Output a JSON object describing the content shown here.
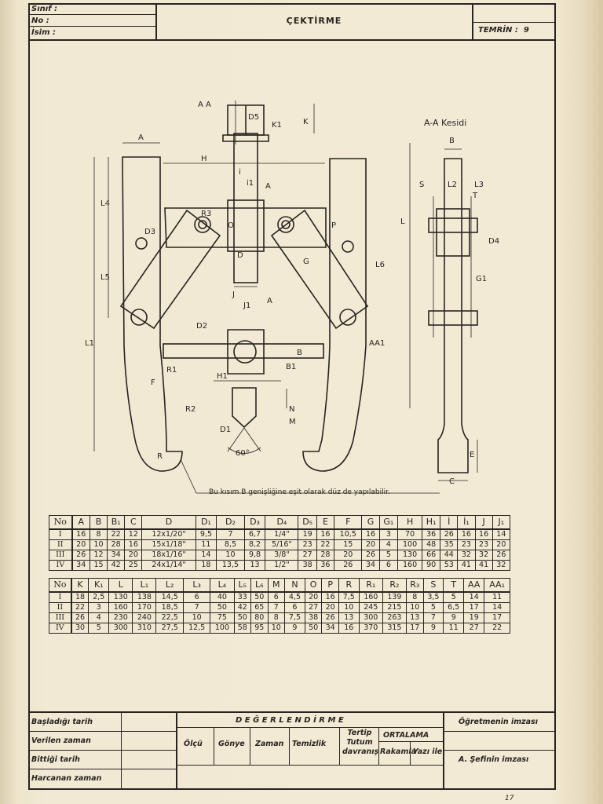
{
  "header": {
    "sinif_label": "Sınıf :",
    "no_label": "No :",
    "isim_label": "İsim :",
    "title": "ÇEKTİRME",
    "temrin_label": "TEMRİN :",
    "temrin_no": "9"
  },
  "drawing": {
    "section_title": "A-A Kesidi",
    "note": "Bu kısım B genişliğine eşit olarak düz de yapılabilir.",
    "angle_label": "60°",
    "dims": {
      "AA": "A A",
      "D5": "D5",
      "K1": "K1",
      "K": "K",
      "A": "A",
      "H": "H",
      "i": "i",
      "i1": "i1",
      "A_top": "A",
      "L4": "L4",
      "D3": "D3",
      "R3": "R3",
      "O": "O",
      "P": "P",
      "L6": "L6",
      "L": "L",
      "D": "D",
      "G": "G",
      "L5": "L5",
      "J": "J",
      "J1": "J1",
      "A_bot": "A",
      "D2": "D2",
      "AA1": "AA1",
      "B": "B",
      "B1": "B1",
      "L1": "L1",
      "R1": "R1",
      "H1": "H1",
      "F": "F",
      "R2": "R2",
      "M": "M",
      "N": "N",
      "D1": "D1",
      "R": "R",
      "S": "S",
      "L2": "L2",
      "L3": "L3",
      "T": "T",
      "D4": "D4",
      "G1": "G1",
      "E": "E",
      "C": "C",
      "B_sec": "B"
    }
  },
  "table1": {
    "headers": [
      "No",
      "A",
      "B",
      "B₁",
      "C",
      "D",
      "D₁",
      "D₂",
      "D₃",
      "D₄",
      "D₅",
      "E",
      "F",
      "G",
      "G₁",
      "H",
      "H₁",
      "İ",
      "İ₁",
      "J",
      "J₁"
    ],
    "rows": [
      [
        "I",
        "16",
        "8",
        "22",
        "12",
        "12x1/20\"",
        "9,5",
        "7",
        "6,7",
        "1/4\"",
        "19",
        "16",
        "10,5",
        "16",
        "3",
        "70",
        "36",
        "26",
        "16",
        "16",
        "14"
      ],
      [
        "II",
        "20",
        "10",
        "28",
        "16",
        "15x1/18\"",
        "11",
        "8,5",
        "8,2",
        "5/16\"",
        "23",
        "22",
        "15",
        "20",
        "4",
        "100",
        "48",
        "35",
        "23",
        "23",
        "20"
      ],
      [
        "III",
        "26",
        "12",
        "34",
        "20",
        "18x1/16\"",
        "14",
        "10",
        "9,8",
        "3/8\"",
        "27",
        "28",
        "20",
        "26",
        "5",
        "130",
        "66",
        "44",
        "32",
        "32",
        "26"
      ],
      [
        "IV",
        "34",
        "15",
        "42",
        "25",
        "24x1/14\"",
        "18",
        "13,5",
        "13",
        "1/2\"",
        "38",
        "36",
        "26",
        "34",
        "6",
        "160",
        "90",
        "53",
        "41",
        "41",
        "32"
      ]
    ]
  },
  "table2": {
    "headers": [
      "No",
      "K",
      "K₁",
      "L",
      "L₁",
      "L₂",
      "L₃",
      "L₄",
      "L₅",
      "L₆",
      "M",
      "N",
      "O",
      "P",
      "R",
      "R₁",
      "R₂",
      "R₃",
      "S",
      "T",
      "AA",
      "AA₁"
    ],
    "rows": [
      [
        "I",
        "18",
        "2,5",
        "130",
        "138",
        "14,5",
        "6",
        "40",
        "33",
        "50",
        "6",
        "4,5",
        "20",
        "16",
        "7,5",
        "160",
        "139",
        "8",
        "3,5",
        "5",
        "14",
        "11"
      ],
      [
        "II",
        "22",
        "3",
        "160",
        "170",
        "18,5",
        "7",
        "50",
        "42",
        "65",
        "7",
        "6",
        "27",
        "20",
        "10",
        "245",
        "215",
        "10",
        "5",
        "6,5",
        "17",
        "14"
      ],
      [
        "III",
        "26",
        "4",
        "230",
        "240",
        "22,5",
        "10",
        "75",
        "50",
        "80",
        "8",
        "7,5",
        "38",
        "26",
        "13",
        "300",
        "263",
        "13",
        "7",
        "9",
        "19",
        "17"
      ],
      [
        "IV",
        "30",
        "5",
        "300",
        "310",
        "27,5",
        "12,5",
        "100",
        "58",
        "95",
        "10",
        "9",
        "50",
        "34",
        "16",
        "370",
        "315",
        "17",
        "9",
        "11",
        "27",
        "22"
      ]
    ]
  },
  "footer": {
    "basladigi": "Başladığı tarih",
    "verilen": "Verilen zaman",
    "bittigi": "Bittiği tarih",
    "harcanan": "Harcanan zaman",
    "degerlendirme": "D E Ğ E R L E N D İ R M E",
    "olcu": "Ölçü",
    "gonye": "Gönye",
    "zaman": "Zaman",
    "temizlik": "Temizlik",
    "tertip": "Tertip Tutum davranış",
    "ortalama": "ORTALAMA",
    "rakamla": "Rakamla",
    "yazi_ile": "Yazı ile",
    "ogretmen": "Öğretmenin imzası",
    "sefin": "A. Şefinin imzası"
  },
  "page_number": "17"
}
